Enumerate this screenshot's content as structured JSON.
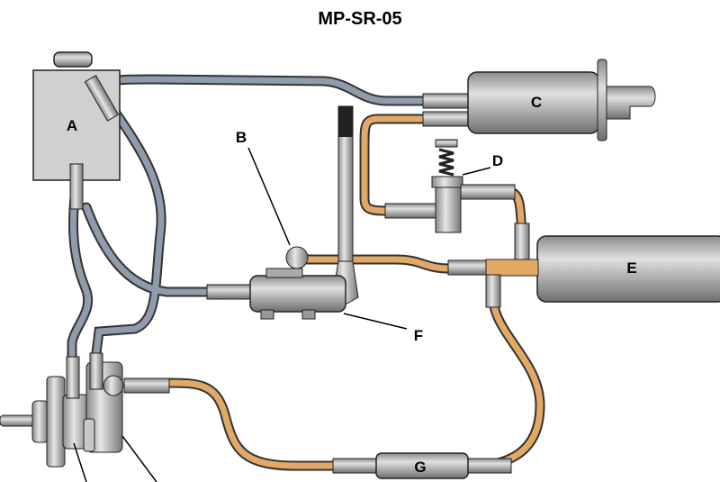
{
  "title": "MP-SR-05",
  "labels": {
    "a": "A",
    "b": "B",
    "c": "C",
    "d": "D",
    "e": "E",
    "f": "F",
    "g": "G"
  },
  "colors": {
    "return_hose": "#8e9cab",
    "pressure_hose": "#e2a866",
    "component_body": "#b8b8b8",
    "outline": "#222222"
  }
}
